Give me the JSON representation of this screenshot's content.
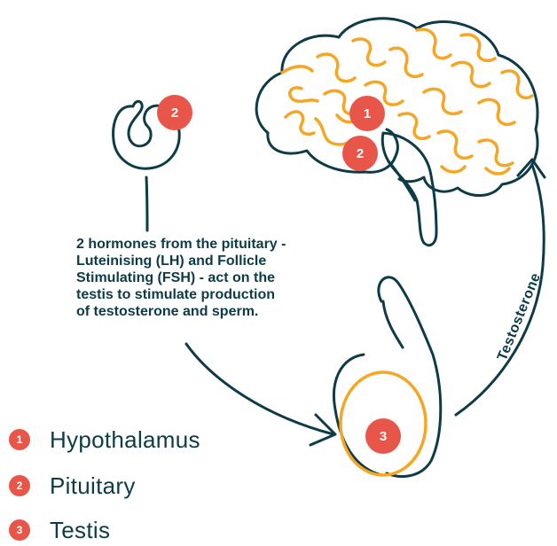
{
  "caption": {
    "lines": [
      "2 hormones from the pituitary -",
      "Luteinising (LH) and Follicle",
      "Stimulating (FSH) - act on the",
      "testis to stimulate production",
      "of testosterone and sperm."
    ]
  },
  "arrow_label": "Testosterone",
  "badges": {
    "hypothalamus": "1",
    "pituitary": "2",
    "testis": "3"
  },
  "legend": [
    {
      "number": "1",
      "label": "Hypothalamus"
    },
    {
      "number": "2",
      "label": "Pituitary"
    },
    {
      "number": "3",
      "label": "Testis"
    }
  ],
  "colors": {
    "outline": "#0d3b47",
    "orange": "#f5a623",
    "badge": "#e8564a",
    "text": "#0d3b47"
  }
}
